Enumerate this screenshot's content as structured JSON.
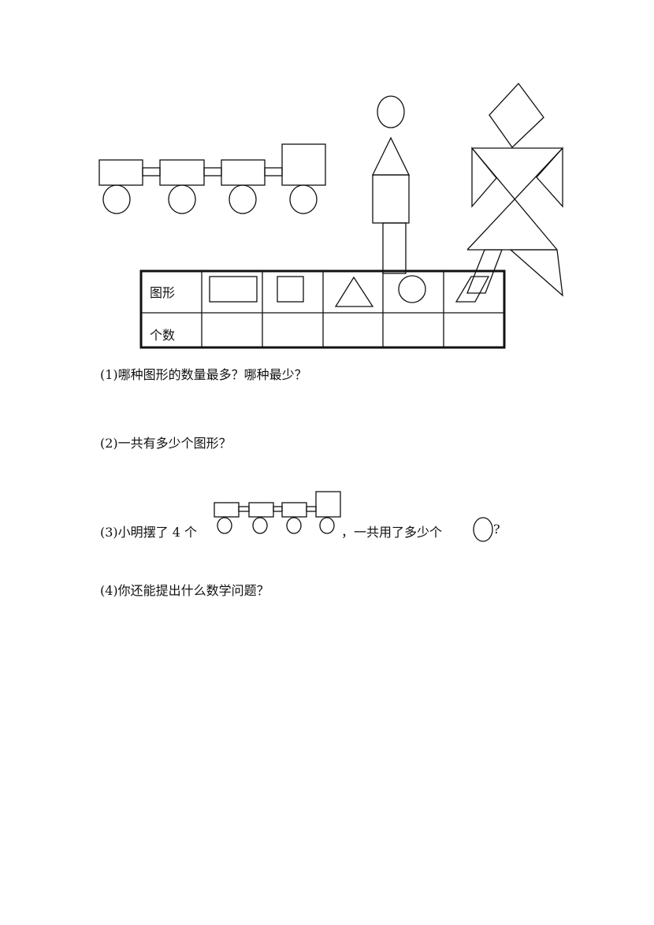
{
  "figures": [
    "train",
    "person",
    "tangram-figure"
  ],
  "table": {
    "row_headers": [
      "图形",
      "个数"
    ],
    "shapes": [
      "rectangle",
      "square",
      "triangle",
      "circle",
      "parallelogram"
    ],
    "counts": [
      "",
      "",
      "",
      "",
      ""
    ]
  },
  "questions": {
    "q1": "(1)哪种图形的数量最多？哪种最少？",
    "q2": "(2)一共有多少个图形？",
    "q3_before": "(3)小明摆了 4 个",
    "q3_middle": "，一共用了多少个",
    "q3_end": "?",
    "q4": "(4)你还能提出什么数学问题？"
  }
}
